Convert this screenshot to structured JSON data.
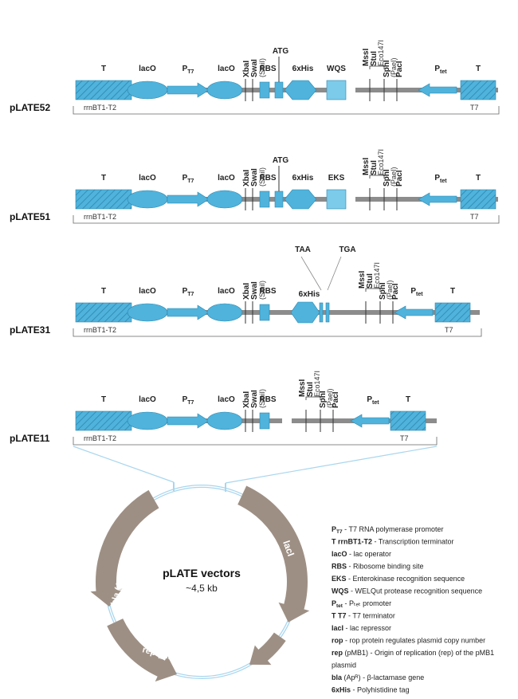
{
  "colors": {
    "feature_blue": "#4fb3dc",
    "feature_blue_light": "#7ccbea",
    "backbone_gray": "#8c8c8c",
    "plasmid_arrow": "#9e8f84",
    "plasmid_ring": "#a9d6ee",
    "site_line": "#333333"
  },
  "icons": {
    "terminator": "hatched-box-icon",
    "operator": "ellipse-icon",
    "promoter": "arrow-icon",
    "tag": "hexagon-icon"
  },
  "constructs": [
    {
      "name": "pLATE52",
      "labels": {
        "t_left": "T",
        "laco1": "lacO",
        "pt7_main": "P",
        "pt7_sub": "T7",
        "laco2": "lacO",
        "rbs": "RBS",
        "atg": "ATG",
        "his": "6xHis",
        "tag2": "WQS",
        "ptet_main": "P",
        "ptet_sub": "tet",
        "t_right": "T"
      },
      "sites_left": [
        "XbaI",
        "SwaI",
        "(SmiI)"
      ],
      "sites_right": [
        "MssI",
        "StuI",
        "SphI",
        "PacI",
        "Eco147I",
        "(PaeI)"
      ],
      "sub_left": "rrnBT1-T2",
      "sub_right": "T7"
    },
    {
      "name": "pLATE51",
      "labels": {
        "t_left": "T",
        "laco1": "lacO",
        "pt7_main": "P",
        "pt7_sub": "T7",
        "laco2": "lacO",
        "rbs": "RBS",
        "atg": "ATG",
        "his": "6xHis",
        "tag2": "EKS",
        "ptet_main": "P",
        "ptet_sub": "tet",
        "t_right": "T"
      },
      "sites_left": [
        "XbaI",
        "SwaI",
        "(SmiI)"
      ],
      "sites_right": [
        "MssI",
        "StuI",
        "SphI",
        "PacI",
        "Eco147I",
        "(PaeI)"
      ],
      "sub_left": "rrnBT1-T2",
      "sub_right": "T7"
    },
    {
      "name": "pLATE31",
      "labels": {
        "t_left": "T",
        "laco1": "lacO",
        "pt7_main": "P",
        "pt7_sub": "T7",
        "laco2": "lacO",
        "rbs": "RBS",
        "his": "6xHis",
        "taa": "TAA",
        "tga": "TGA",
        "ptet_main": "P",
        "ptet_sub": "tet",
        "t_right": "T"
      },
      "sites_left": [
        "XbaI",
        "SwaI",
        "(SmiI)"
      ],
      "sites_right": [
        "MssI",
        "StuI",
        "SphI",
        "PacI",
        "Eco147I",
        "(PaeI)"
      ],
      "sub_left": "rrnBT1-T2",
      "sub_right": "T7"
    },
    {
      "name": "pLATE11",
      "labels": {
        "t_left": "T",
        "laco1": "lacO",
        "pt7_main": "P",
        "pt7_sub": "T7",
        "laco2": "lacO",
        "rbs": "RBS",
        "ptet_main": "P",
        "ptet_sub": "tet",
        "t_right": "T"
      },
      "sites_left": [
        "XbaI",
        "SwaI",
        "(SmiI)"
      ],
      "sites_right": [
        "MssI",
        "StuI",
        "SphI",
        "PacI",
        "Eco147I",
        "(PaeI)"
      ],
      "sub_left": "rrnBT1-T2",
      "sub_right": "T7"
    }
  ],
  "plasmid": {
    "title": "pLATE vectors",
    "size": "~4,5 kb",
    "genes": {
      "lacI": "lacI",
      "rop": "rop",
      "rep": "rep (pMB1)",
      "bla": "bla (Apᴿ)"
    }
  },
  "legend": [
    {
      "term": "P",
      "term_sub": "T7",
      "desc": " - T7 RNA polymerase promoter"
    },
    {
      "term": "T rrnBT1-T2",
      "term_sub": "",
      "desc": " - Transcription terminator"
    },
    {
      "term": "lacO",
      "term_sub": "",
      "desc": " - lac operator"
    },
    {
      "term": "RBS",
      "term_sub": "",
      "desc": " - Ribosome binding site"
    },
    {
      "term": "EKS",
      "term_sub": "",
      "desc": " - Enterokinase recognition sequence"
    },
    {
      "term": "WQS",
      "term_sub": "",
      "desc": " - WELQut protease recognition sequence"
    },
    {
      "term": "P",
      "term_sub": "tet",
      "desc": " - Pₜₑₜ promoter"
    },
    {
      "term": "T T7",
      "term_sub": "",
      "desc": " - T7 terminator"
    },
    {
      "term": "lacI",
      "term_sub": "",
      "desc": " - lac repressor"
    },
    {
      "term": "rop",
      "term_sub": "",
      "desc": " - rop protein regulates plasmid copy number"
    },
    {
      "term": "rep",
      "term_sub": "",
      "desc": " (pMB1) - Origin of replication (rep) of the pMB1"
    },
    {
      "term": "",
      "term_sub": "",
      "desc": "plasmid"
    },
    {
      "term": "bla",
      "term_sub": "",
      "desc": " (Apᴿ) - β-lactamase gene"
    },
    {
      "term": "6xHis",
      "term_sub": "",
      "desc": " - Polyhistidine tag"
    }
  ]
}
